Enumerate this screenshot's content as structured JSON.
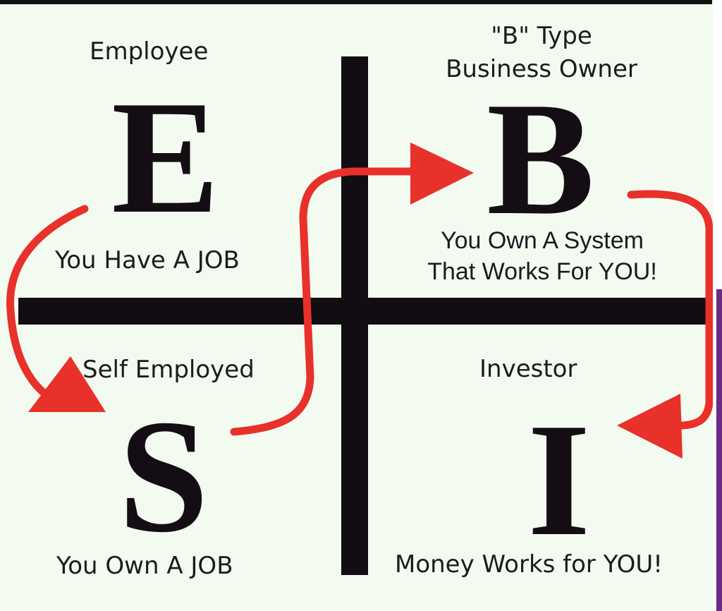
{
  "quadrants": {
    "employee": {
      "title": "Employee",
      "letter": "E",
      "caption": "You Have A JOB"
    },
    "business": {
      "title_line1": "\"B\" Type",
      "title_line2": "Business Owner",
      "letter": "B",
      "caption_line1": "You Own A System",
      "caption_line2": "That Works For YOU!"
    },
    "self_employed": {
      "title": "Self Employed",
      "letter": "S",
      "caption": "You Own A JOB"
    },
    "investor": {
      "title": "Investor",
      "letter": "I",
      "caption": "Money Works for YOU!"
    }
  },
  "colors": {
    "background": "#f3faf0",
    "lines": "#120d12",
    "arrows": "#e8312a"
  },
  "arrows": [
    "E-to-S",
    "S-to-B",
    "B-to-I"
  ]
}
